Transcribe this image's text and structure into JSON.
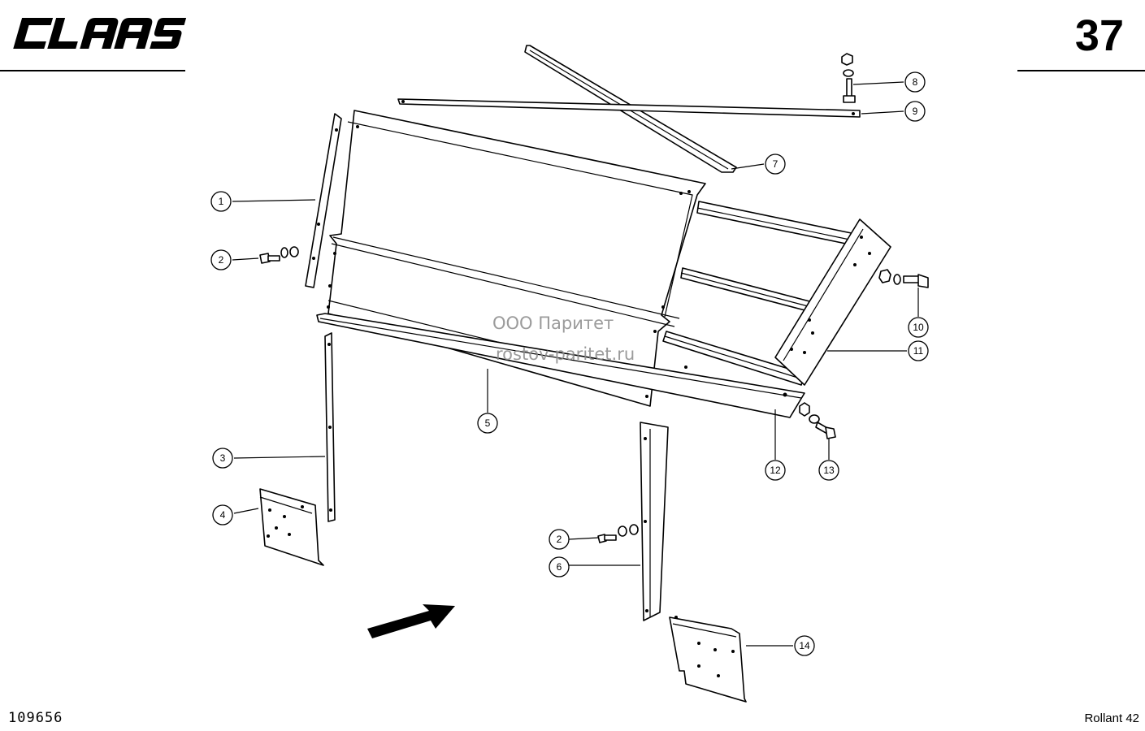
{
  "header": {
    "brand": "CLAAS",
    "page_number": "37"
  },
  "footer": {
    "drawing_number": "109656",
    "model": "Rollant 42"
  },
  "watermark": {
    "line1": "ООО Паритет",
    "line2": "rostov-paritet.ru"
  },
  "callouts": [
    {
      "id": "c1",
      "label": "1"
    },
    {
      "id": "c2a",
      "label": "2"
    },
    {
      "id": "c2b",
      "label": "2"
    },
    {
      "id": "c3",
      "label": "3"
    },
    {
      "id": "c4",
      "label": "4"
    },
    {
      "id": "c5",
      "label": "5"
    },
    {
      "id": "c6",
      "label": "6"
    },
    {
      "id": "c7",
      "label": "7"
    },
    {
      "id": "c8",
      "label": "8"
    },
    {
      "id": "c9",
      "label": "9"
    },
    {
      "id": "c10",
      "label": "10"
    },
    {
      "id": "c11",
      "label": "11"
    },
    {
      "id": "c12",
      "label": "12"
    },
    {
      "id": "c13",
      "label": "13"
    },
    {
      "id": "c14",
      "label": "14"
    }
  ]
}
